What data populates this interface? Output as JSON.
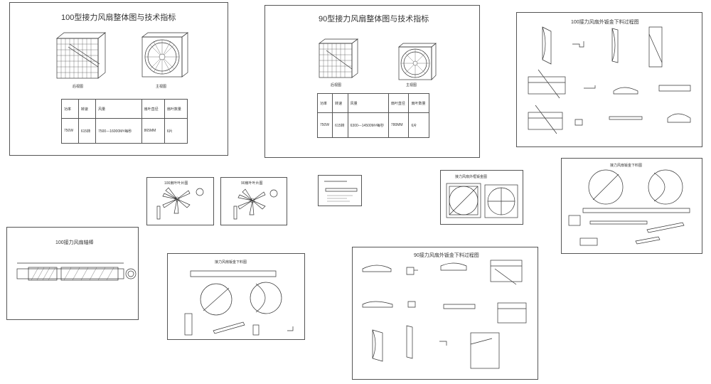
{
  "sheets": {
    "s100_overview": {
      "title": "100型接力风扇整体图与技术指标",
      "caption_side": "后视图",
      "caption_front": "主视图",
      "table_headers": [
        "功率",
        "转速",
        "风量",
        "扇叶直径",
        "扇叶数量"
      ],
      "table_values": [
        "750W",
        "615转",
        "7500---16000M³/每秒",
        "865MM",
        "6片"
      ]
    },
    "s90_overview": {
      "title": "90型接力风扇整体图与技术指标",
      "caption_side": "后视图",
      "caption_front": "主视图",
      "table_headers": [
        "功率",
        "转速",
        "风量",
        "扇叶直径",
        "扇叶数量"
      ],
      "table_values": [
        "750W",
        "615转",
        "6300---14500M³/每秒",
        "780MM",
        "6片"
      ]
    },
    "s100_shroud": {
      "title": "100接力风扇外钣金下料过程图"
    },
    "s100_blade": {
      "title": "100扇叶叶片图"
    },
    "s90_blade": {
      "title": "90扇叶叶片图"
    },
    "s_frame": {
      "title": "接力风扇外框钣金图"
    },
    "s90_cut_right": {
      "title": "接力风扇钣金下料图"
    },
    "s100_shaft": {
      "title": "100接力风扇轴棒"
    },
    "s_cut_bottom": {
      "title": "接力风扇钣金下料图"
    },
    "s90_shroud": {
      "title": "90接力风扇外钣金下料过程图"
    }
  }
}
